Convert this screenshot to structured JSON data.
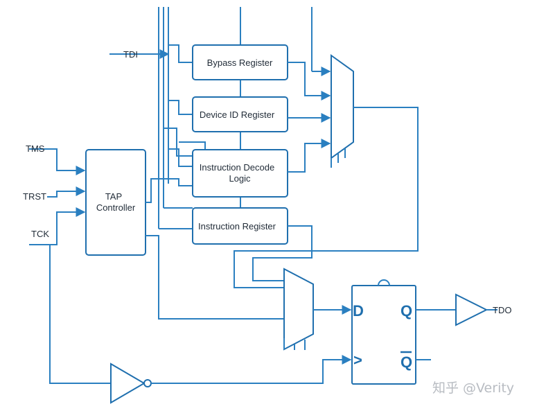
{
  "blocks": {
    "bypass": "Bypass Register",
    "device_id": "Device ID Register",
    "decode_line1": "Instruction Decode",
    "decode_line2": "Logic",
    "instruction": "Instruction Register",
    "tap_line1": "TAP",
    "tap_line2": "Controller"
  },
  "pins": {
    "tdi": "TDI",
    "tms": "TMS",
    "trst": "TRST",
    "tck": "TCK",
    "tdo": "TDO"
  },
  "flipflop": {
    "d": "D",
    "q": "Q",
    "clk": ">",
    "qbar": "Q"
  },
  "watermark": "知乎 @Verity"
}
